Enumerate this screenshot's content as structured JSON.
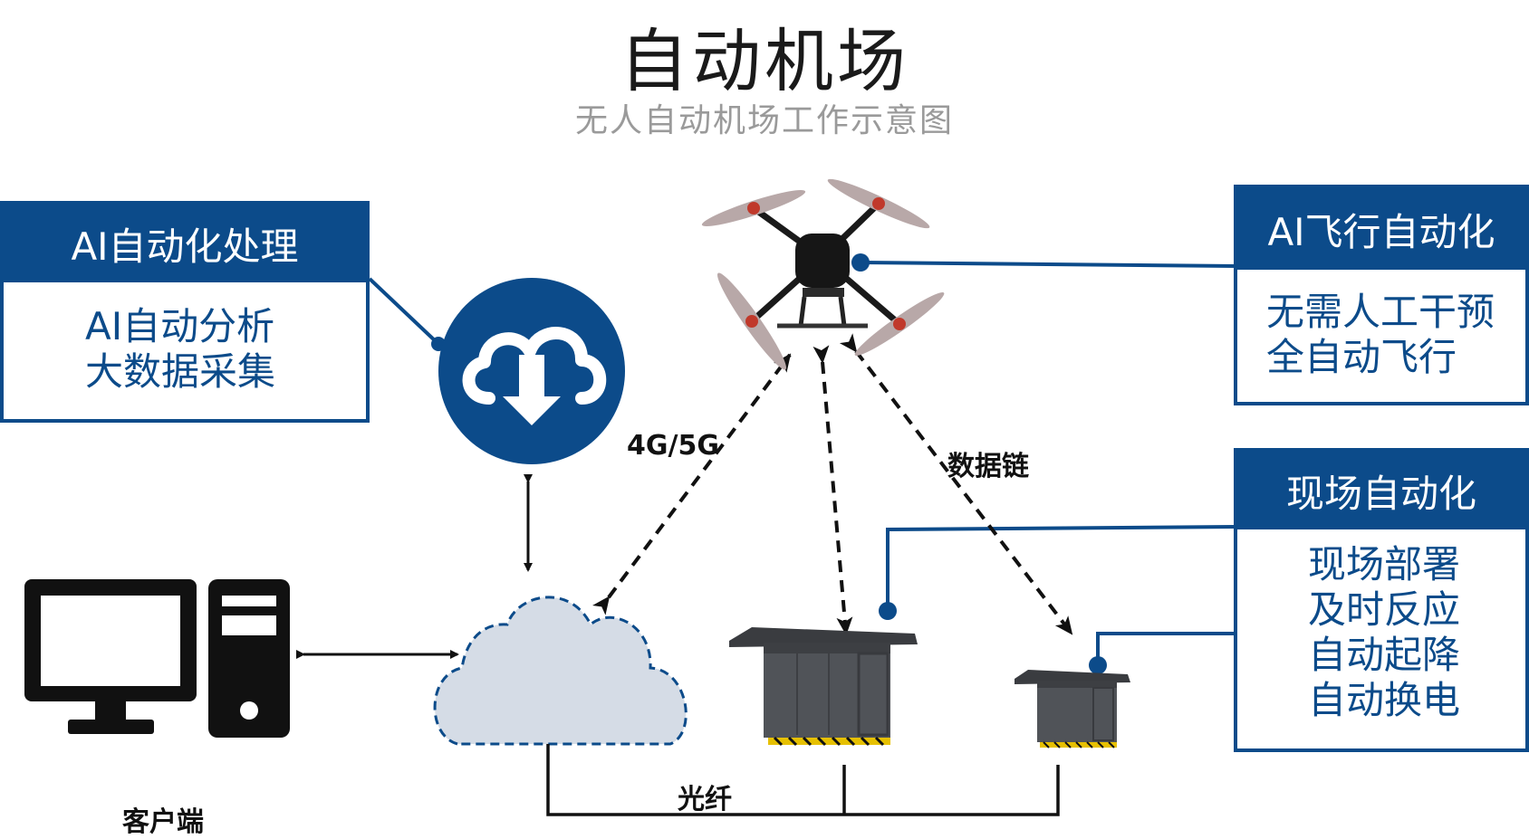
{
  "title": "自动机场",
  "subtitle": "无人自动机场工作示意图",
  "boxes": {
    "ai_processing": {
      "header": "AI自动化处理",
      "lines": [
        "AI自动分析",
        "大数据采集"
      ]
    },
    "ai_flight": {
      "header": "AI飞行自动化",
      "lines": [
        "无需人工干预",
        "全自动飞行"
      ]
    },
    "onsite": {
      "header": "现场自动化",
      "lines": [
        "现场部署",
        "及时反应",
        "自动起降",
        "自动换电"
      ]
    }
  },
  "labels": {
    "network": "4G/5G",
    "datalink": "数据链",
    "fiber": "光纤",
    "client": "客户端"
  },
  "colors": {
    "brand_blue": "#0c4b8a",
    "cloud_fill": "#d5dce6",
    "cabinet": "#505358"
  }
}
